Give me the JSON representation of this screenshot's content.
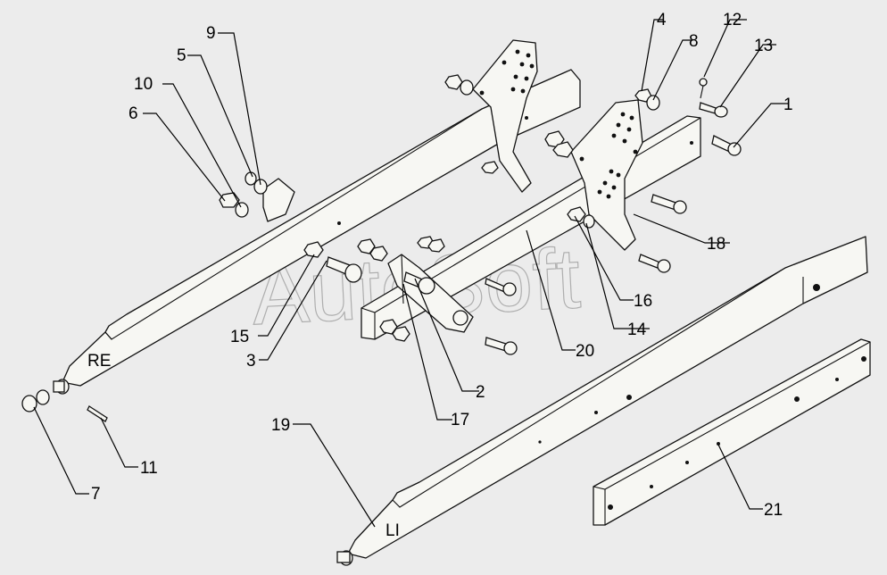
{
  "watermark": "AutoSoft",
  "side_labels": {
    "right": "RE",
    "left": "LI"
  },
  "callouts": [
    "1",
    "2",
    "3",
    "4",
    "5",
    "6",
    "7",
    "8",
    "9",
    "10",
    "11",
    "12",
    "13",
    "14",
    "15",
    "16",
    "17",
    "18",
    "19",
    "20",
    "21"
  ]
}
